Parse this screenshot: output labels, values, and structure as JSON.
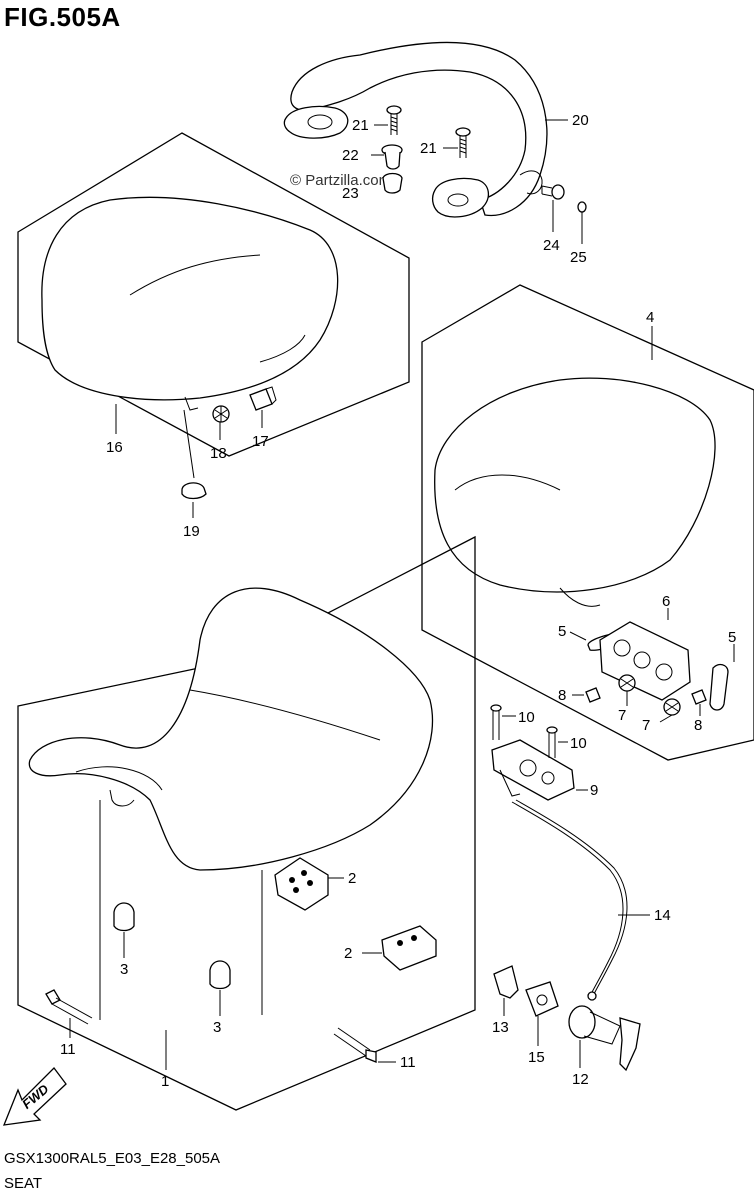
{
  "figure": {
    "title": "FIG.505A",
    "footer_code": "GSX1300RAL5_E03_E28_505A",
    "footer_name": "SEAT",
    "watermark": "© Partzilla.com",
    "fwd_label": "FWD"
  },
  "parts": [
    {
      "id": "label-1",
      "text": "1"
    },
    {
      "id": "label-2a",
      "text": "2"
    },
    {
      "id": "label-2b",
      "text": "2"
    },
    {
      "id": "label-3a",
      "text": "3"
    },
    {
      "id": "label-3b",
      "text": "3"
    },
    {
      "id": "label-4",
      "text": "4"
    },
    {
      "id": "label-5a",
      "text": "5"
    },
    {
      "id": "label-5b",
      "text": "5"
    },
    {
      "id": "label-6",
      "text": "6"
    },
    {
      "id": "label-7a",
      "text": "7"
    },
    {
      "id": "label-7b",
      "text": "7"
    },
    {
      "id": "label-8a",
      "text": "8"
    },
    {
      "id": "label-8b",
      "text": "8"
    },
    {
      "id": "label-9",
      "text": "9"
    },
    {
      "id": "label-10a",
      "text": "10"
    },
    {
      "id": "label-10b",
      "text": "10"
    },
    {
      "id": "label-11a",
      "text": "11"
    },
    {
      "id": "label-11b",
      "text": "11"
    },
    {
      "id": "label-12",
      "text": "12"
    },
    {
      "id": "label-13",
      "text": "13"
    },
    {
      "id": "label-14",
      "text": "14"
    },
    {
      "id": "label-15",
      "text": "15"
    },
    {
      "id": "label-16",
      "text": "16"
    },
    {
      "id": "label-17",
      "text": "17"
    },
    {
      "id": "label-18",
      "text": "18"
    },
    {
      "id": "label-19",
      "text": "19"
    },
    {
      "id": "label-20",
      "text": "20"
    },
    {
      "id": "label-21a",
      "text": "21"
    },
    {
      "id": "label-21b",
      "text": "21"
    },
    {
      "id": "label-22",
      "text": "22"
    },
    {
      "id": "label-23",
      "text": "23"
    },
    {
      "id": "label-24",
      "text": "24"
    },
    {
      "id": "label-25",
      "text": "25"
    }
  ]
}
